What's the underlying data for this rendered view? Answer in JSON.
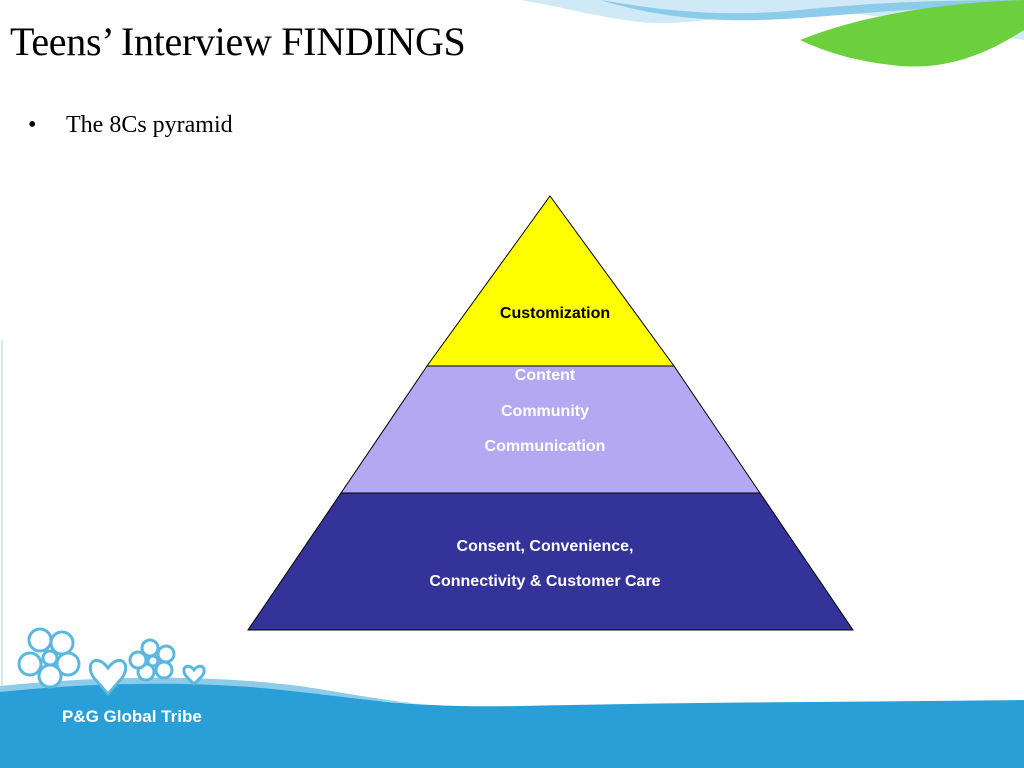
{
  "slide": {
    "title": "Teens’ Interview FINDINGS",
    "bullets": [
      {
        "marker": "•",
        "text": "The 8Cs pyramid"
      }
    ]
  },
  "pyramid": {
    "levels": [
      {
        "id": "top",
        "fill": "#ffff00",
        "lines": [
          "Customization"
        ],
        "text_color": "#000000"
      },
      {
        "id": "middle",
        "fill": "#b5a8f3",
        "lines": [
          "Content",
          "Community",
          "Communication"
        ],
        "text_color": "#ffffff"
      },
      {
        "id": "bottom",
        "fill": "#333399",
        "lines": [
          "Consent, Convenience,",
          "Connectivity & Customer Care"
        ],
        "text_color": "#ffffff"
      }
    ]
  },
  "footer": {
    "label": "P&G Global Tribe"
  },
  "colors": {
    "footer_band": "#2a9ed6",
    "top_wave": "#a6d8ef",
    "leaf_green": "#6ccf3e",
    "flower_outline": "#5bb7e0"
  }
}
